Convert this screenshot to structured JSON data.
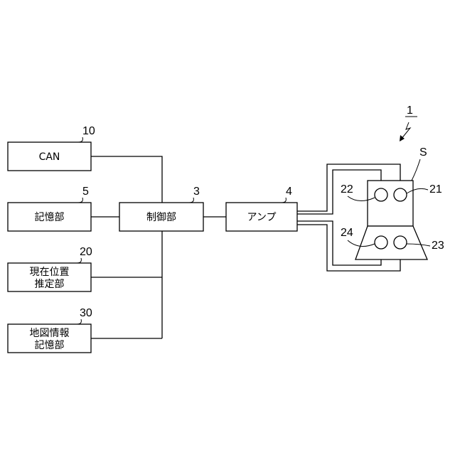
{
  "blocks": {
    "can": {
      "label": "CAN",
      "ref": "10"
    },
    "storage": {
      "label": "記憶部",
      "ref": "5"
    },
    "position": {
      "line1": "現在位置",
      "line2": "推定部",
      "ref": "20"
    },
    "map": {
      "line1": "地図情報",
      "line2": "記憶部",
      "ref": "30"
    },
    "controller": {
      "label": "制御部",
      "ref": "3"
    },
    "amp": {
      "label": "アンプ",
      "ref": "4"
    }
  },
  "speaker": {
    "system_ref": "1",
    "unit_ref": "S",
    "driver_refs": {
      "top_left": "22",
      "top_right": "21",
      "bottom_left": "24",
      "bottom_right": "23"
    }
  }
}
